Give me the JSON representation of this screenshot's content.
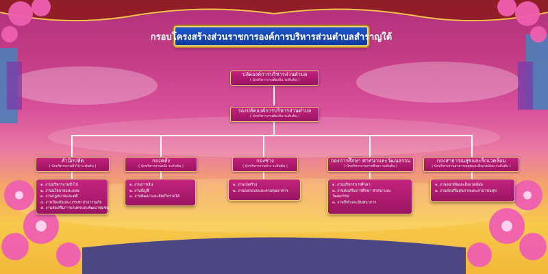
{
  "title": "กรอบโครงสร้างส่วนราชการองค์การบริหารส่วนตำบลสำราญใต้",
  "top": [
    {
      "title": "ปลัดองค์การบริหารส่วนตำบล",
      "sub": "( นักบริหารงานท้องถิ่น ระดับต้น )"
    },
    {
      "title": "รองปลัดองค์การบริหารส่วนตำบล",
      "sub": "( นักบริหารงานท้องถิ่น ระดับต้น )"
    }
  ],
  "departments": [
    {
      "title": "สำนักปลัด",
      "sub": "( นักบริหารงานทั่วไป ระดับต้น )",
      "items": [
        "๑. งานบริหารงานทั่วไป",
        "๒. งานนโยบายและแผน",
        "๓. งานกฎหมายและคดี",
        "๔. งานป้องกันและบรรเทาสาธารณภัย",
        "๕. งานส่งเสริมการเกษตรและพัฒนาชุมชน"
      ]
    },
    {
      "title": "กองคลัง",
      "sub": "( นักบริหารงานคลัง ระดับต้น )",
      "items": [
        "๑. งานการเงิน",
        "๒. งานบัญชี",
        "๓. งานพัฒนาและจัดเก็บรายได้"
      ]
    },
    {
      "title": "กองช่าง",
      "sub": "( นักบริหารงานช่าง ระดับต้น )",
      "items": [
        "๑. งานก่อสร้าง",
        "๒. งานออกแบบและควบคุมอาคาร"
      ]
    },
    {
      "title": "กองการศึกษา ศาสนาและวัฒนธรรม",
      "sub": "( นักบริหารงานการศึกษา ระดับต้น )",
      "items": [
        "๑. งานบริหารการศึกษา",
        "๒. งานส่งเสริมการศึกษา ศาสนาและวัฒนธรรม",
        "๓. งานกีฬาและนันทนาการ"
      ]
    },
    {
      "title": "กองสาธารณสุขและสิ่งแวดล้อม",
      "sub": "( นักบริหารงานสาธารณสุขและสิ่งแวดล้อม ระดับต้น )",
      "items": [
        "๑. งานอนามัยและสิ่งแวดล้อม",
        "๒. งานส่งเสริมสุขภาพและสาธารณสุข"
      ]
    }
  ],
  "colors": {
    "box": "#b01a6e",
    "border": "#f4d27a",
    "title_bg": "#1a4fc0",
    "line": "#ffffff"
  }
}
